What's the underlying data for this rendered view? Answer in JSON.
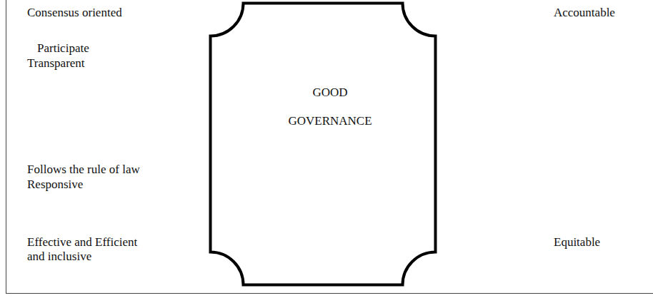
{
  "diagram": {
    "nodes": [
      {
        "text": [
          "GOOD GOVERNANCE"
        ]
      }
    ],
    "labels": [
      "Consensus oriented",
      "Participate",
      "Transparent",
      "Follows the rule of law",
      "Responsive",
      "Effective and Efficient and inclusive",
      "Accountable",
      "Equitable"
    ]
  }
}
